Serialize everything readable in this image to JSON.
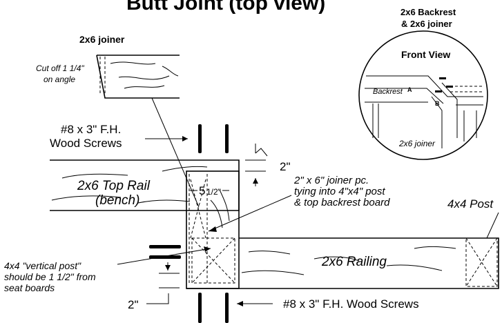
{
  "title": "Butt Joint (top view)",
  "joiner_label": "2x6 joiner",
  "cut_note": [
    "Cut off 1 1/4\"",
    "on angle"
  ],
  "screw_note_top": [
    "#8 x 3\" F.H.",
    "Wood Screws"
  ],
  "dim_top": "2\"",
  "top_rail": [
    "2x6 Top Rail",
    "(bench)"
  ],
  "width_label_main": "5",
  "width_label_frac": "1/2\"",
  "joiner_piece_note": [
    "2\" x 6\" joiner pc.",
    "tying into 4\"x4\" post",
    "& top backrest board"
  ],
  "post_label": "4x4 Post",
  "railing_label": "2x6 Railing",
  "vertical_post_note": [
    "4x4 \"vertical post\"",
    "should be 1 1/2\" from",
    "seat boards"
  ],
  "dim_bottom": "2\"",
  "screw_note_bottom": "#8 x 3\" F.H. Wood Screws",
  "inset": {
    "heading": [
      "2x6 Backrest",
      "& 2x6 joiner"
    ],
    "front_view": "Front View",
    "backrest": "Backrest",
    "label_a": "A",
    "label_b": "B",
    "joiner": "2x6 joiner"
  }
}
